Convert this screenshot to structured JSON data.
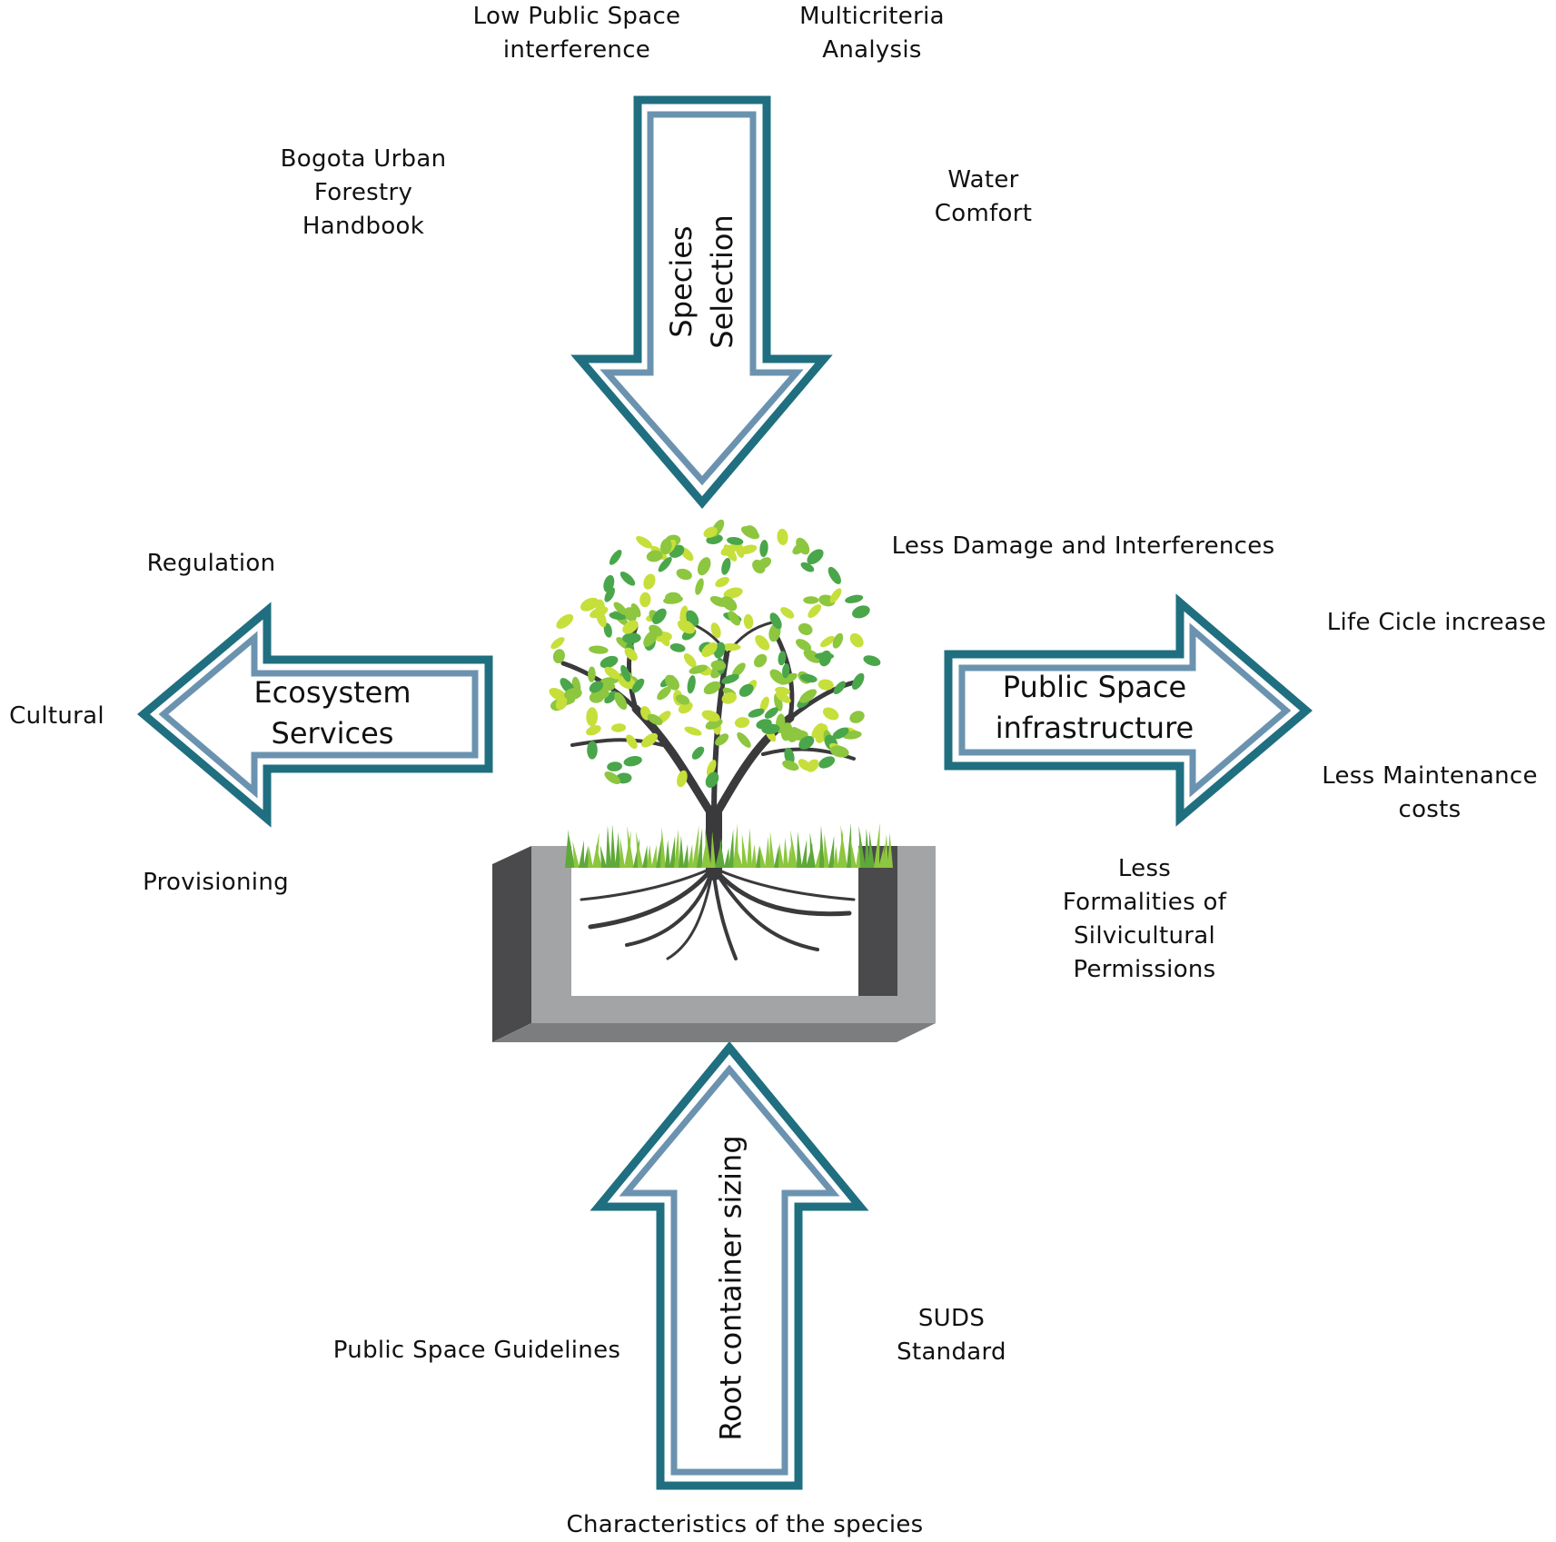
{
  "colors": {
    "arrow_outer": "#1f6f80",
    "arrow_inner": "#6b93b0",
    "container_dark": "#4a4a4c",
    "container_light": "#a3a4a5",
    "container_mid": "#7c7d7e",
    "trunk": "#3a3a3c",
    "leaf_light": "#c7df3a",
    "leaf_mid": "#8dc63f",
    "leaf_dark": "#4aa64a",
    "grass": "#5fa83a"
  },
  "arrows": {
    "top": {
      "title_lines": [
        "Species",
        "Selection"
      ]
    },
    "bottom": {
      "title": "Root container sizing"
    },
    "left": {
      "title_lines": [
        "Ecosystem",
        "Services"
      ]
    },
    "right": {
      "title_lines": [
        "Public Space",
        "infrastructure"
      ]
    }
  },
  "labels": {
    "low_public_space": [
      "Low Public Space",
      "interference"
    ],
    "multicriteria": [
      "Multicriteria",
      "Analysis"
    ],
    "bogota": [
      "Bogota Urban",
      "Forestry",
      "Handbook"
    ],
    "water_comfort": [
      "Water",
      "Comfort"
    ],
    "less_damage": "Less Damage and Interferences",
    "regulation": "Regulation",
    "cultural": "Cultural",
    "provisioning": "Provisioning",
    "life_cicle": "Life Cicle increase",
    "less_maintenance": [
      "Less Maintenance",
      "costs"
    ],
    "less_formalities": [
      "Less",
      "Formalities of",
      "Silvicultural",
      "Permissions"
    ],
    "public_space_guidelines": "Public Space Guidelines",
    "suds": [
      "SUDS",
      "Standard"
    ],
    "characteristics": "Characteristics of the species"
  }
}
